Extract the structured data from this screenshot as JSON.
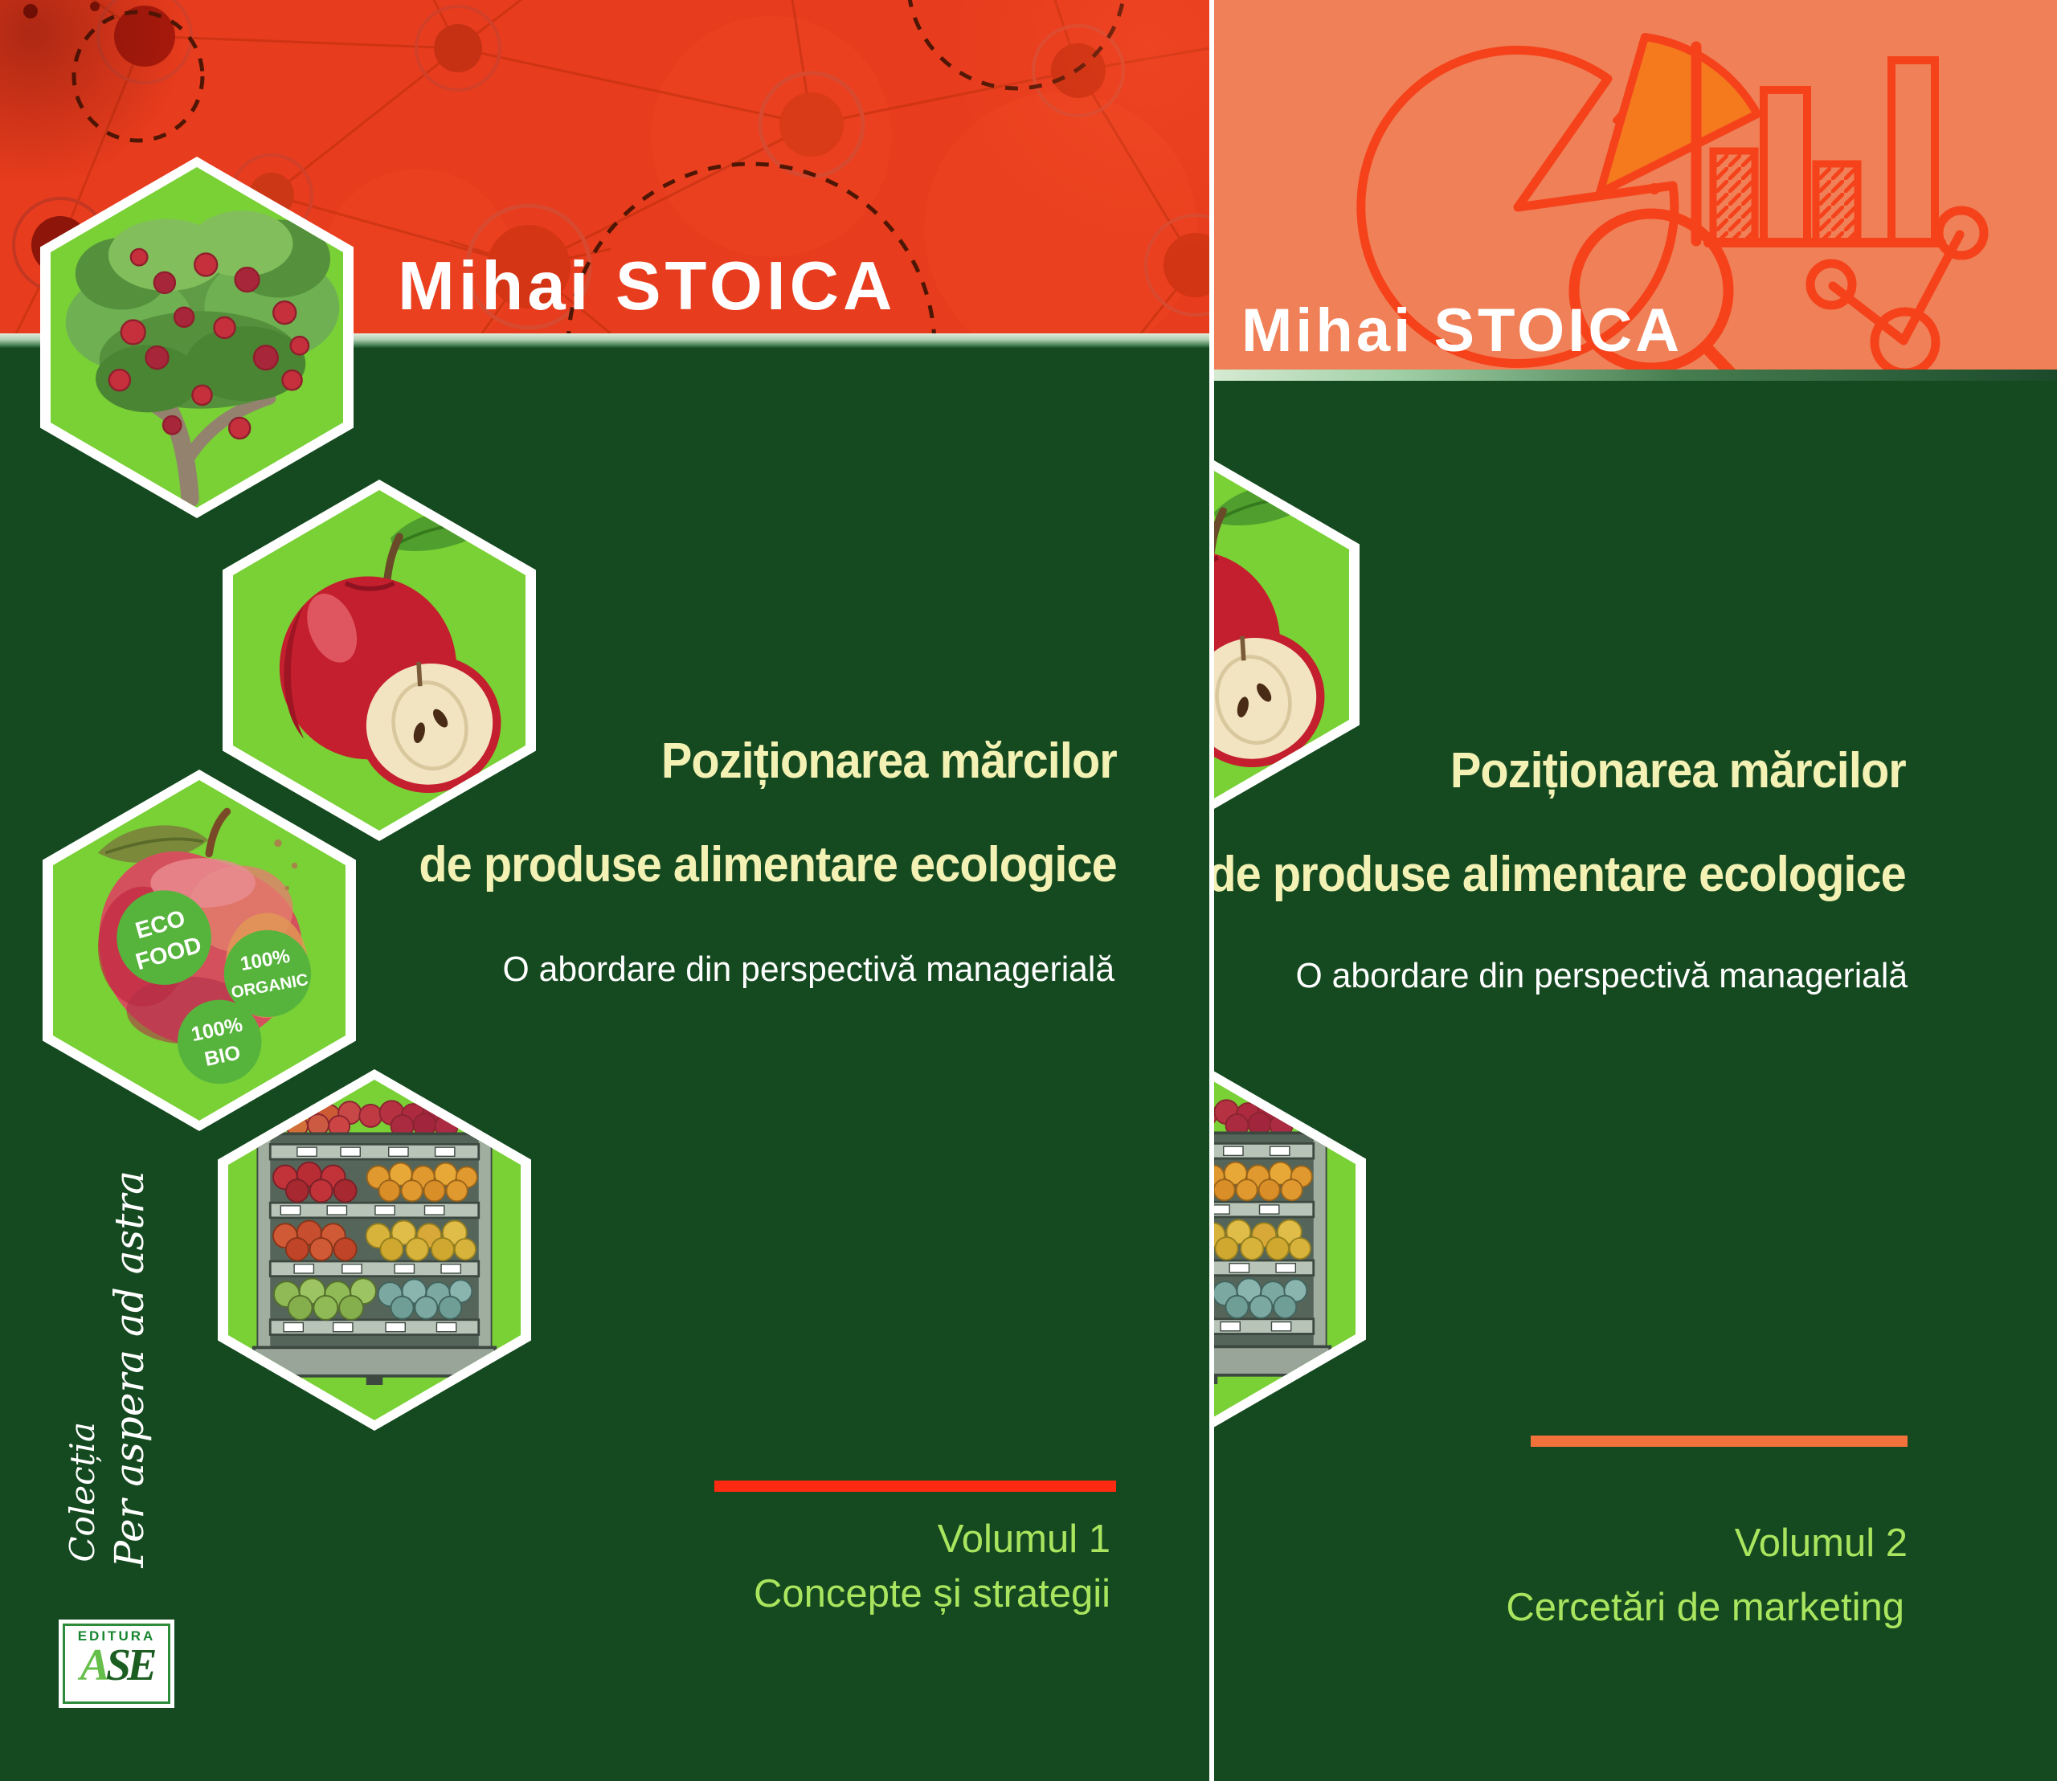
{
  "left_cover": {
    "author": "Mihai STOICA",
    "title_line1": "Poziționarea mărcilor",
    "title_line2": "de produse alimentare ecologice",
    "subtitle": "O abordare din perspectivă managerială",
    "volume_label": "Volumul 1",
    "volume_name": "Concepte și strategii",
    "collection_label": "Colecția",
    "collection_name": "Per aspera ad astra",
    "publisher_label": "EDITURA",
    "publisher_name_a": "A",
    "publisher_name_se": "SE",
    "sticker1_line1": "ECO",
    "sticker1_line2": "FOOD",
    "sticker2_line1": "100%",
    "sticker2_line2": "ORGANIC",
    "sticker3_line1": "100%",
    "sticker3_line2": "BIO",
    "accent_line_color": "#fe2b12"
  },
  "right_cover": {
    "author": "Mihai STOICA",
    "title_line1": "Poziționarea mărcilor",
    "title_line2": "de produse alimentare ecologice",
    "subtitle": "O abordare din perspectivă managerială",
    "volume_label": "Volumul 2",
    "volume_name": "Cercetări de marketing",
    "accent_line_color": "#f3713b"
  },
  "colors": {
    "left_band_red": "#e73c1d",
    "right_band_salmon": "#ef8057",
    "body_green": "#154a20",
    "hexagon_green": "#79d136",
    "title_cream": "#f4f1b4",
    "subtitle_white": "#ffffff",
    "volume_green": "#a9e55e",
    "icon_stroke": "#f5421b",
    "pie_slice_fill": "#f5791d"
  }
}
